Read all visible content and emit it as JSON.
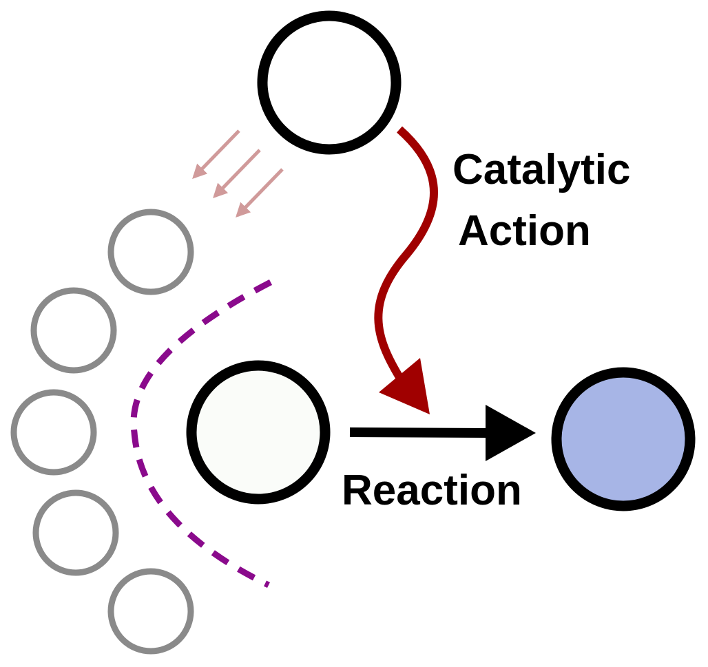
{
  "labels": {
    "catalytic_line1": "Catalytic",
    "catalytic_line2": "Action",
    "reaction": "Reaction"
  },
  "colors": {
    "background": "#ffffff",
    "outline_dark": "#000000",
    "outline_gray": "#8a8a8a",
    "catalyst_fill": "#ffffff",
    "reactant_fill": "#fafcf9",
    "product_fill": "#a7b5e6",
    "catalytic_arrow": "#a00000",
    "approach_arrows": "#d09a9a",
    "barrier_dashed": "#8a0a8c",
    "reaction_arrow": "#000000"
  },
  "icons": {
    "catalyst": "circle-outline-icon",
    "reactant": "circle-outline-icon",
    "product": "filled-circle-icon",
    "environment": "circle-outline-icon"
  }
}
